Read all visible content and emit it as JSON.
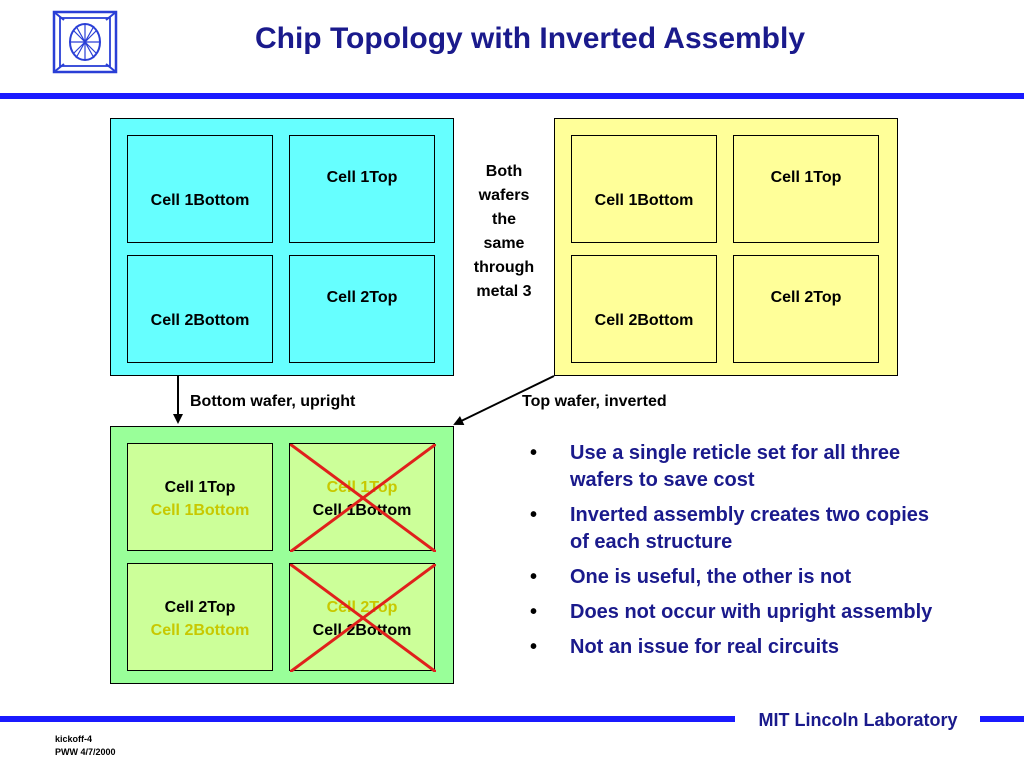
{
  "header": {
    "title": "Chip Topology with Inverted Assembly"
  },
  "wafers": {
    "cyan": {
      "cells": {
        "c1bottom": "Cell 1Bottom",
        "c1top": "Cell 1Top",
        "c2bottom": "Cell 2Bottom",
        "c2top": "Cell 2Top"
      }
    },
    "yellow": {
      "cells": {
        "c1bottom": "Cell 1Bottom",
        "c1top": "Cell 1Top",
        "c2bottom": "Cell 2Bottom",
        "c2top": "Cell 2Top"
      }
    },
    "green": {
      "cells": {
        "a_top": "Cell 1Top",
        "a_bottom": "Cell 1Bottom",
        "b_top": "Cell 1Top",
        "b_bottom": "Cell 1Bottom",
        "c_top": "Cell 2Top",
        "c_bottom": "Cell 2Bottom",
        "d_top": "Cell 2Top",
        "d_bottom": "Cell 2Bottom"
      }
    }
  },
  "note": {
    "line1": "Both",
    "line2": "wafers",
    "line3": "the",
    "line4": "same",
    "line5": "through",
    "line6": "metal 3"
  },
  "captions": {
    "bottom_wafer": "Bottom wafer, upright",
    "top_wafer": "Top wafer, inverted"
  },
  "bullets": [
    "Use a single reticle set for all three wafers to save cost",
    "Inverted assembly creates two copies of each structure",
    "One is useful, the other is not",
    "Does not occur with upright assembly",
    "Not an issue for real circuits"
  ],
  "footer": {
    "brand": "MIT Lincoln Laboratory",
    "note_line1": "kickoff-4",
    "note_line2": "PWW 4/7/2000"
  },
  "colors": {
    "accent_blue": "#1a1aff",
    "title_navy": "#1a1a8c",
    "wafer_cyan": "#66ffff",
    "wafer_yellow": "#ffff99",
    "wafer_green": "#99ff99",
    "cross_red": "#e0201c"
  }
}
